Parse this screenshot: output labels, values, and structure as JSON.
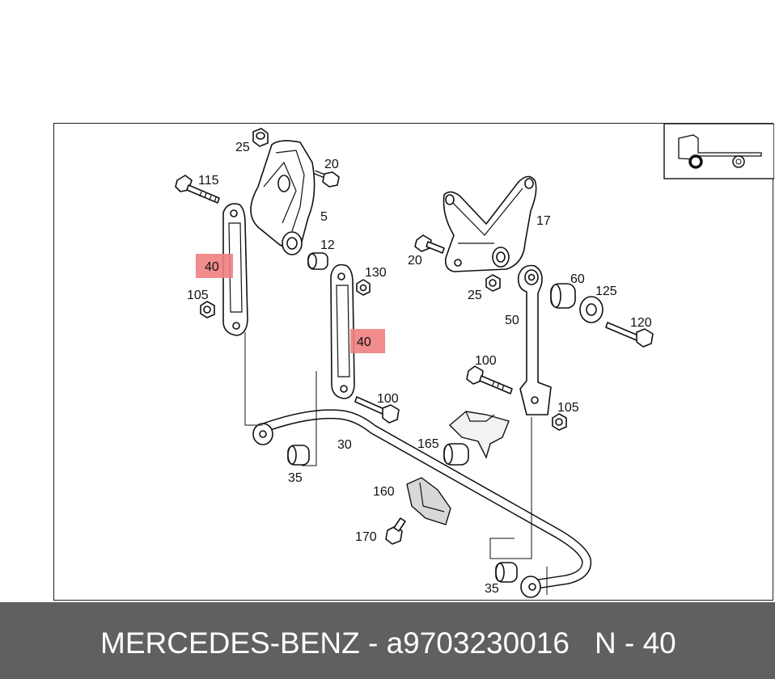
{
  "callouts": {
    "c25a": "25",
    "c20a": "20",
    "c115": "115",
    "c5": "5",
    "c12": "12",
    "c40a": "40",
    "c130": "130",
    "c105a": "105",
    "c40b": "40",
    "c17": "17",
    "c20b": "20",
    "c25b": "25",
    "c60": "60",
    "c125": "125",
    "c50": "50",
    "c120": "120",
    "c100a": "100",
    "c100b": "100",
    "c105b": "105",
    "c165": "165",
    "c30": "30",
    "c35a": "35",
    "c160": "160",
    "c170": "170",
    "c35b": "35"
  },
  "highlight_color": "#f08080",
  "vehicle_icon": "truck-rear-axle-icon",
  "footer": {
    "brand_part": "MERCEDES-BENZ - a9703230016",
    "position": "N - 40"
  }
}
